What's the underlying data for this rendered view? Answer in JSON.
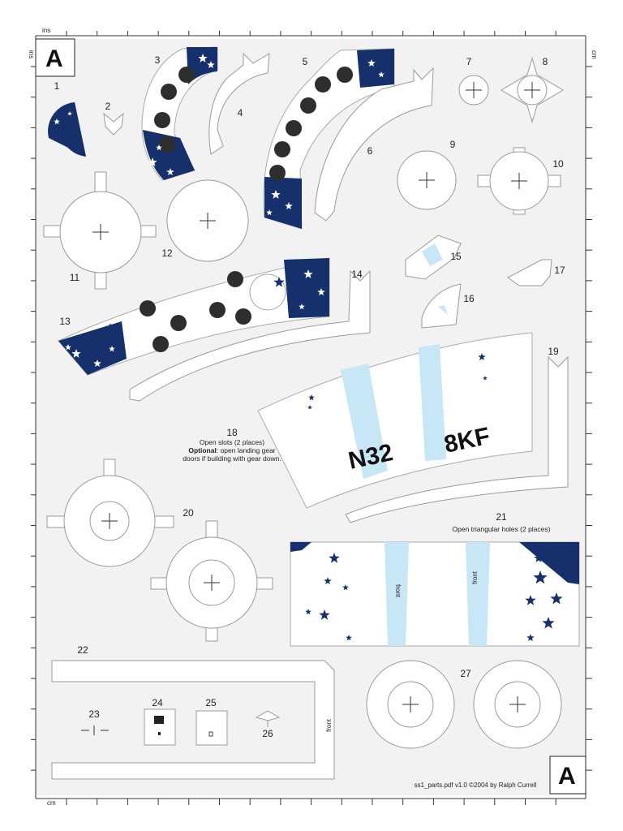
{
  "sheet_letter": "A",
  "ruler_units": {
    "top": "ins",
    "left": "ins",
    "right": "cm",
    "bottom": "cm"
  },
  "part_numbers": [
    "1",
    "2",
    "3",
    "4",
    "5",
    "6",
    "7",
    "8",
    "9",
    "10",
    "11",
    "12",
    "13",
    "14",
    "15",
    "16",
    "17",
    "18",
    "19",
    "20",
    "21",
    "22",
    "23",
    "24",
    "25",
    "26",
    "27"
  ],
  "notes": {
    "part18_line1": "Open slots (2 places)",
    "part18_optional": "Optional",
    "part18_line2": ": open landing gear",
    "part18_line3": "doors if building with gear down.",
    "part21": "Open triangular holes (2 places)"
  },
  "fuselage_markings": {
    "left": "N32",
    "right": "8KF"
  },
  "direction_labels": [
    "front",
    "front",
    "front"
  ],
  "footer": "ss1_parts.pdf  v1.0  ©2004 by Ralph Currell",
  "colors": {
    "navy": "#15306b",
    "sky": "#c7e6f6",
    "sheet": "#f2f2f2"
  }
}
